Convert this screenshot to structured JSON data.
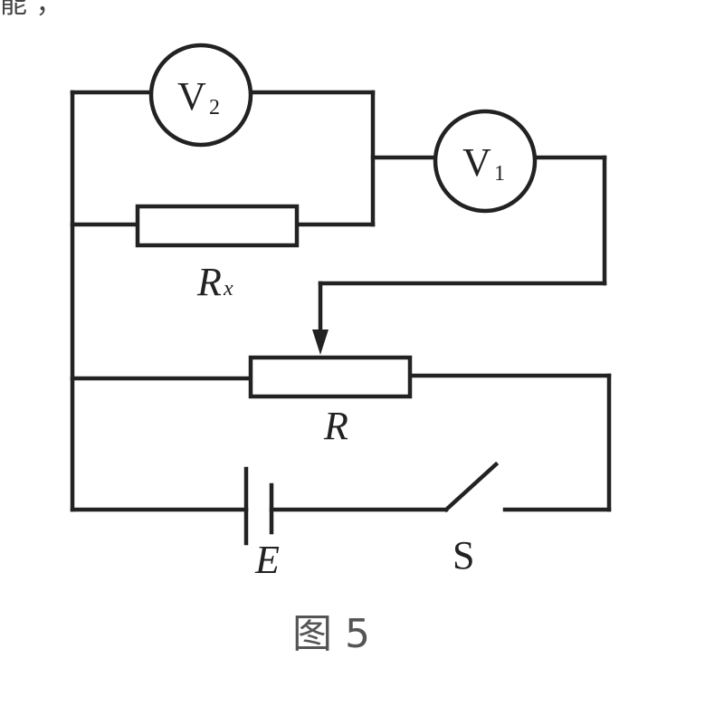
{
  "top_partial_text": "能                  ，",
  "components": {
    "voltmeter_v2": {
      "letter": "V",
      "sub": "2"
    },
    "voltmeter_v1": {
      "letter": "V",
      "sub": "1"
    },
    "resistor_rx": {
      "letter": "R",
      "sub": "x"
    },
    "rheostat_r": {
      "letter": "R"
    },
    "battery_e": {
      "letter": "E"
    },
    "switch_s": {
      "letter": "S"
    }
  },
  "caption": "图 5"
}
